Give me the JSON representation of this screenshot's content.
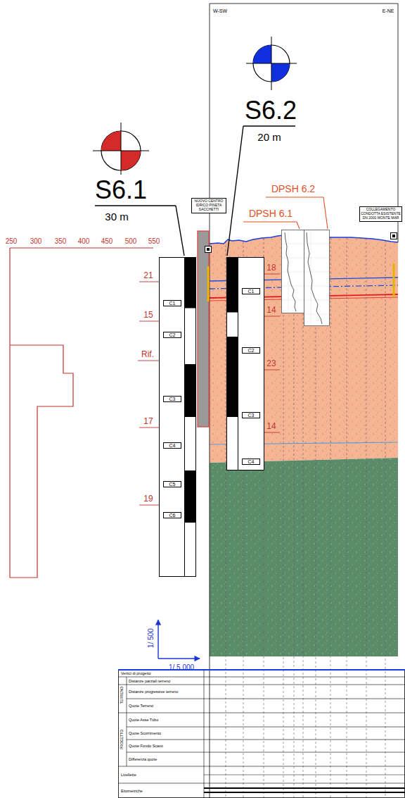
{
  "diagram": {
    "nodes": [
      {
        "text": [
          "NUOVO CENTRO IDRICO PINETA SACCHETTI"
        ]
      },
      {
        "text": [
          "COLLEGAMENTO CONDOTTA ESISTENTE DN 2000 MONTE MAR"
        ]
      },
      {
        "text": [
          "C1"
        ]
      },
      {
        "text": [
          "C2"
        ]
      },
      {
        "text": [
          "C3"
        ]
      },
      {
        "text": [
          "C4"
        ]
      },
      {
        "text": [
          "C5"
        ]
      },
      {
        "text": [
          "C6"
        ]
      },
      {
        "text": [
          "C1"
        ]
      },
      {
        "text": [
          "C2"
        ]
      },
      {
        "text": [
          "C3"
        ]
      },
      {
        "text": [
          "C4"
        ]
      }
    ],
    "labels": [
      "W-SW",
      "E-NE",
      "S6.2",
      "20 m",
      "S6.1",
      "30 m",
      "DPSH 6.2",
      "DPSH 6.1",
      "250",
      "300",
      "350",
      "400",
      "450",
      "500",
      "550",
      "21",
      "15",
      "Rif.",
      "17",
      "19",
      "18",
      "14",
      "23",
      "14",
      "1/ 500",
      "1/ 5.000",
      "Vertici di progetto",
      "Distanze parziali terreno",
      "Distanze progressive terreno",
      "Quote Terreno",
      "TERRENO",
      "Quote Asse Tubo",
      "Quote Scorrimento",
      "Quote Fondo Scavo",
      "Differenza quote",
      "PROGETTO",
      "Livellette",
      "Ettometriche"
    ]
  }
}
